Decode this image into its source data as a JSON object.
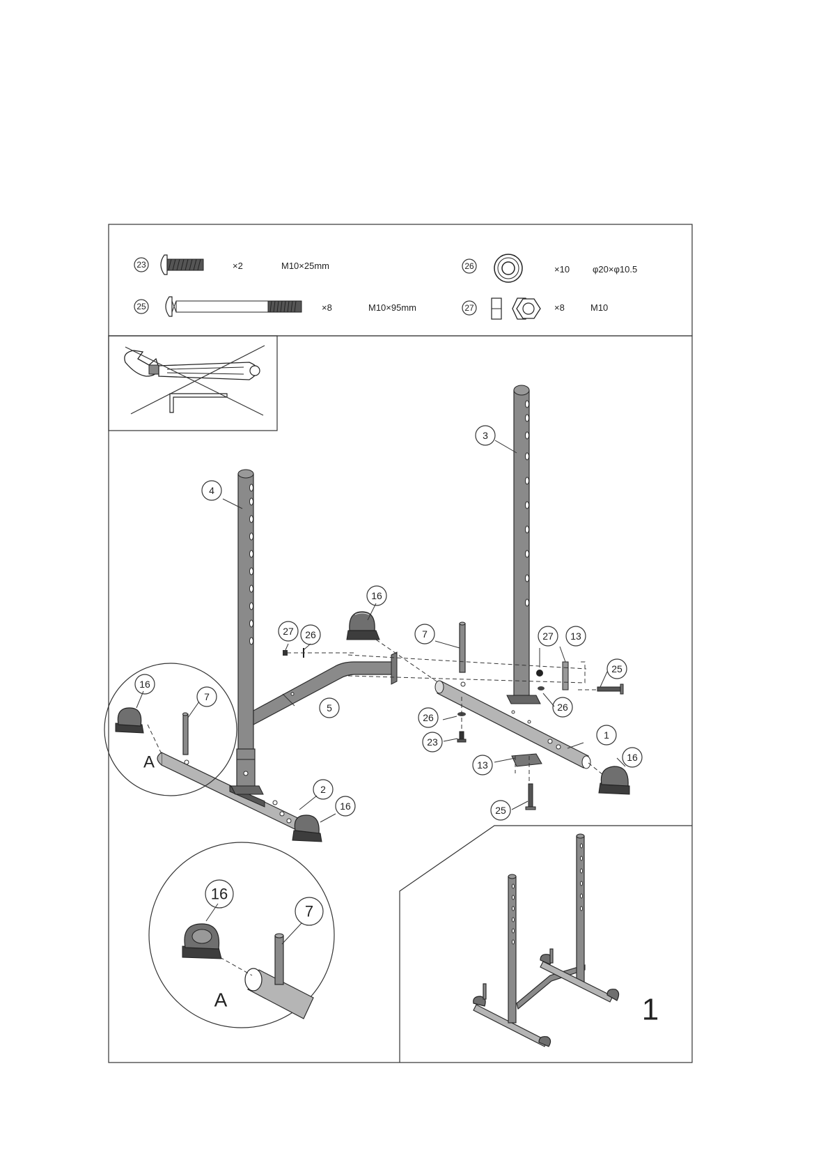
{
  "hardware": [
    {
      "part": "23",
      "qty": "×2",
      "spec": "M10×25mm"
    },
    {
      "part": "25",
      "qty": "×8",
      "spec": "M10×95mm"
    },
    {
      "part": "26",
      "qty": "×10",
      "spec": "φ20×φ10.5"
    },
    {
      "part": "27",
      "qty": "×8",
      "spec": "M10"
    }
  ],
  "callouts": {
    "p3": "3",
    "p4": "4",
    "p16a": "16",
    "p16b": "16",
    "p16c": "16",
    "p16d": "16",
    "p16e": "16",
    "p7a": "7",
    "p7b": "7",
    "p7c": "7",
    "p27a": "27",
    "p26a": "26",
    "p27b": "27",
    "p13a": "13",
    "p25a": "25",
    "p26b": "26",
    "p26c": "26",
    "p23": "23",
    "p1": "1",
    "p13b": "13",
    "p25b": "25",
    "p5": "5",
    "p2": "2"
  },
  "detail_label": "A",
  "detail_label_large": "A",
  "step_number": "1",
  "icons": [
    "adjustable-wrench-icon",
    "allen-key-icon",
    "not-required-cross-icon"
  ]
}
